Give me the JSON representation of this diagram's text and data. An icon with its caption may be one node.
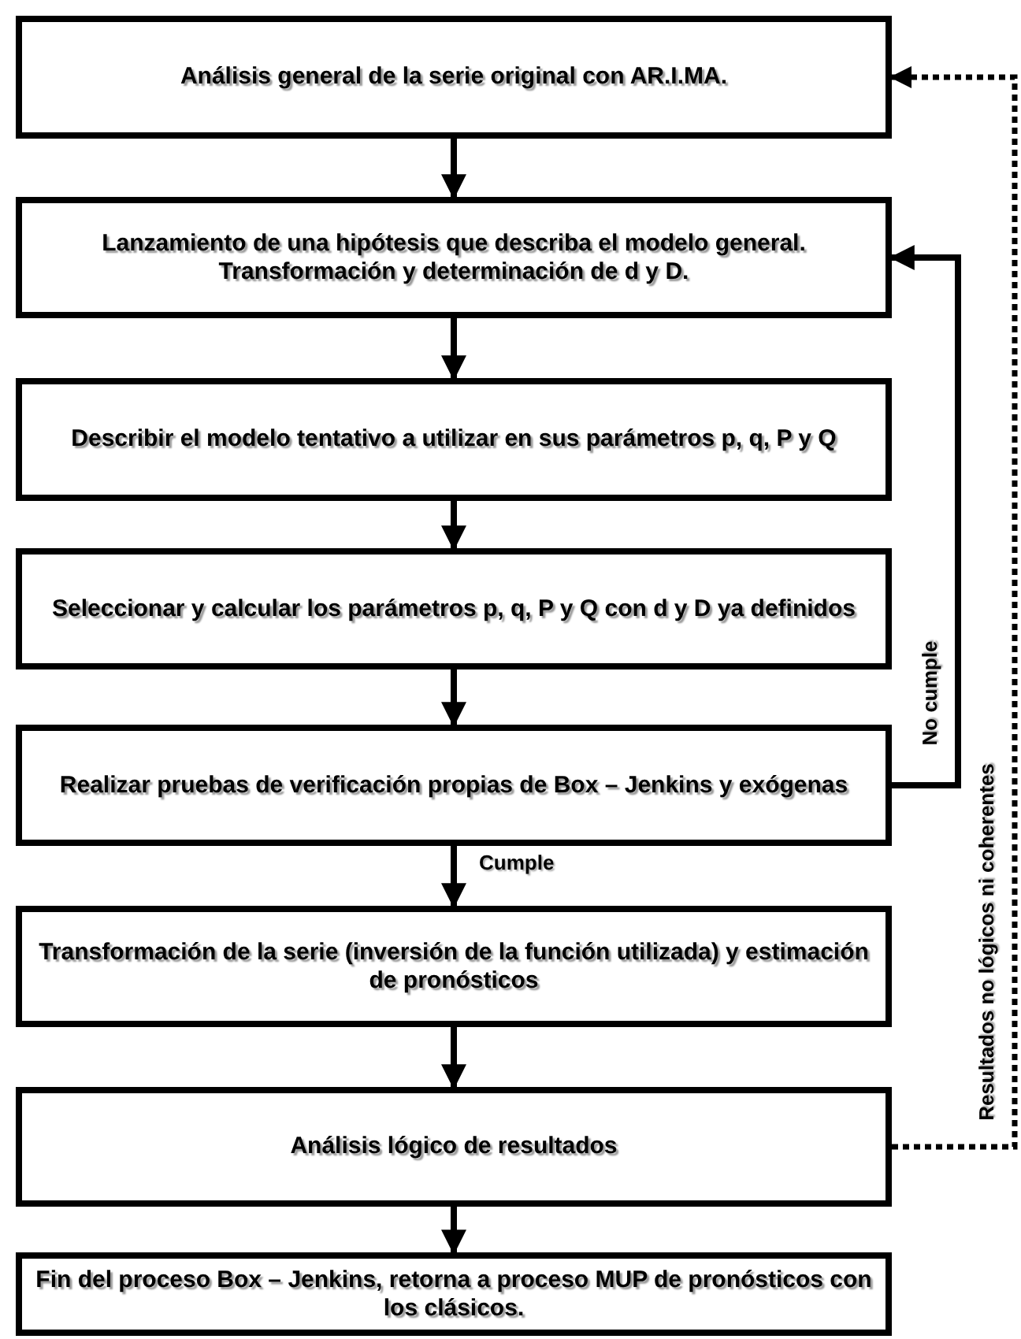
{
  "diagram": {
    "nodes": [
      {
        "text": [
          "Análisis general de la serie original con AR.I.MA."
        ]
      },
      {
        "text": [
          "Lanzamiento de una hipótesis que describa el modelo general. Transformación y determinación de d y D."
        ]
      },
      {
        "text": [
          "Describir el modelo tentativo a utilizar en sus parámetros p, q, P y Q"
        ]
      },
      {
        "text": [
          "Seleccionar y calcular los parámetros p, q, P y Q con d y D ya definidos"
        ]
      },
      {
        "text": [
          "Realizar pruebas de verificación propias de Box – Jenkins y exógenas"
        ]
      },
      {
        "text": [
          "Transformación de la serie (inversión de la función utilizada) y estimación de pronósticos"
        ]
      },
      {
        "text": [
          "Análisis lógico de resultados"
        ]
      },
      {
        "text": [
          "Fin del proceso Box – Jenkins, retorna a proceso MUP de pronósticos con los clásicos."
        ]
      }
    ],
    "edges": [
      {
        "from": 0,
        "to": 1,
        "arrow": "to"
      },
      {
        "from": 1,
        "to": 2,
        "arrow": "to"
      },
      {
        "from": 2,
        "to": 3,
        "arrow": "to"
      },
      {
        "from": 3,
        "to": 4,
        "arrow": "to"
      },
      {
        "from": 4,
        "to": 5,
        "arrow": "to",
        "label": "Cumple"
      },
      {
        "from": 5,
        "to": 6,
        "arrow": "to"
      },
      {
        "from": 6,
        "to": 7,
        "arrow": "to"
      },
      {
        "from": 4,
        "to": 1,
        "arrow": "to",
        "label": "No cumple"
      },
      {
        "from": 6,
        "to": 0,
        "arrow": "to",
        "label": "Resultados no lógicos ni coherentes",
        "style": "dashed"
      }
    ]
  }
}
